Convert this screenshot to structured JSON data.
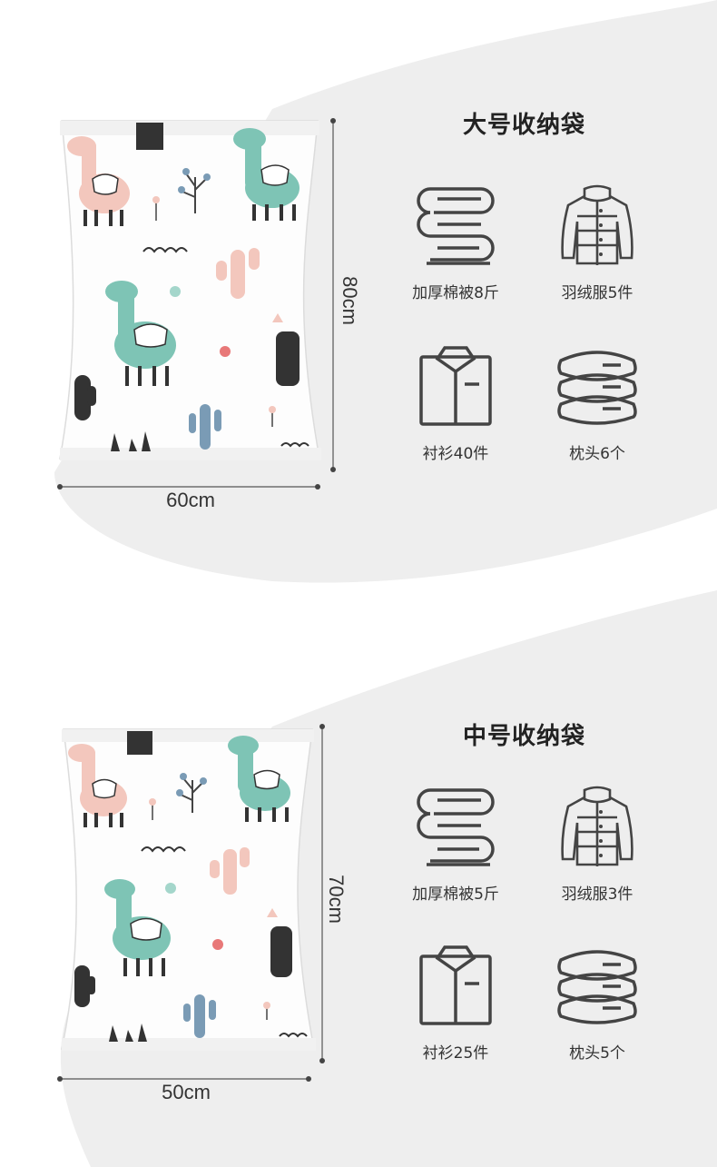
{
  "sections": [
    {
      "title": "大号收纳袋",
      "width_label": "60cm",
      "height_label": "80cm",
      "items": [
        {
          "icon": "folded-quilt-icon",
          "label": "加厚棉被8斤"
        },
        {
          "icon": "down-jacket-icon",
          "label": "羽绒服5件"
        },
        {
          "icon": "shirt-icon",
          "label": "衬衫40件"
        },
        {
          "icon": "pillow-icon",
          "label": "枕头6个"
        }
      ]
    },
    {
      "title": "中号收纳袋",
      "width_label": "50cm",
      "height_label": "70cm",
      "items": [
        {
          "icon": "folded-quilt-icon",
          "label": "加厚棉被5斤"
        },
        {
          "icon": "down-jacket-icon",
          "label": "羽绒服3件"
        },
        {
          "icon": "shirt-icon",
          "label": "衬衫25件"
        },
        {
          "icon": "pillow-icon",
          "label": "枕头5个"
        }
      ]
    }
  ],
  "colors": {
    "background_shape": "#eeeeee",
    "llama_mint": "#7ec4b5",
    "llama_pink": "#f3c7bd",
    "cactus_blue": "#7a9bb5",
    "icon_stroke": "#444444"
  }
}
